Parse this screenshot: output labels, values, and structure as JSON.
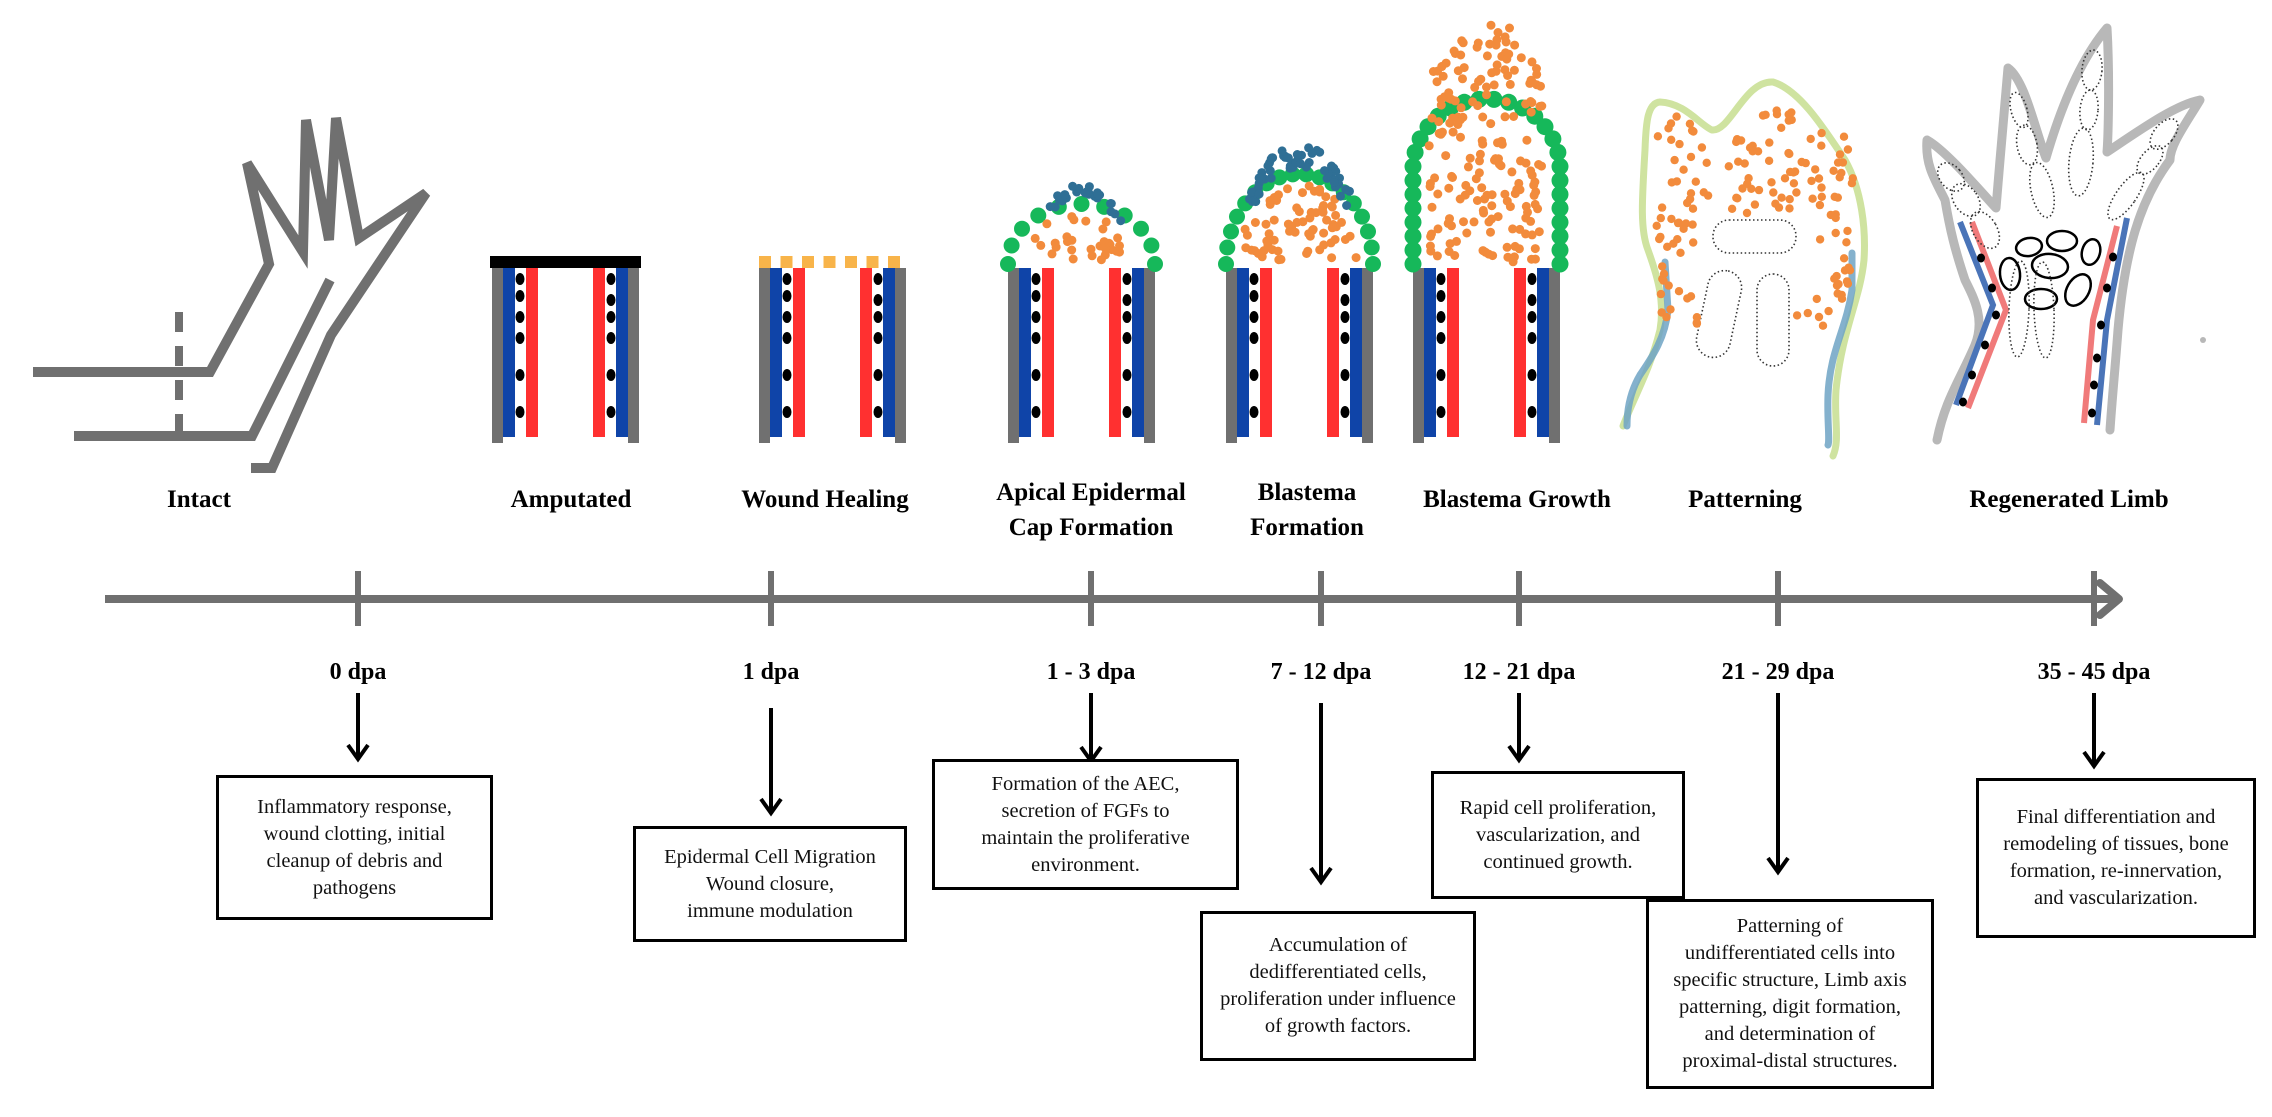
{
  "title": "Axolotl limb regeneration timeline",
  "colors": {
    "skin_gray": "#707070",
    "epidermis_blue": "#0f44a8",
    "vessel_red": "#ff3030",
    "nerve_black": "#000000",
    "wound_orange": "#f8b44a",
    "aec_green": "#16b85a",
    "blastema_orange": "#f28b3c",
    "aec_teal": "#2f6f95",
    "patterning_outline": "#cfe3a0",
    "patterning_blue": "#6fa3c4",
    "regen_outline": "#b8b8b8",
    "regen_blue": "#4a74b8",
    "regen_red": "#f07a7a",
    "timeline_gray": "#707070"
  },
  "stages": [
    {
      "id": "intact",
      "label_lines": [
        "Intact"
      ]
    },
    {
      "id": "amputated",
      "label_lines": [
        "Amputated"
      ]
    },
    {
      "id": "wound-healing",
      "label_lines": [
        "Wound Healing"
      ]
    },
    {
      "id": "aec-formation",
      "label_lines": [
        "Apical Epidermal",
        "Cap Formation"
      ]
    },
    {
      "id": "blastema-formation",
      "label_lines": [
        "Blastema",
        "Formation"
      ]
    },
    {
      "id": "blastema-growth",
      "label_lines": [
        "Blastema Growth"
      ]
    },
    {
      "id": "patterning",
      "label_lines": [
        "Patterning"
      ]
    },
    {
      "id": "regenerated-limb",
      "label_lines": [
        "Regenerated Limb"
      ]
    }
  ],
  "timeline": [
    {
      "dpa": "0 dpa",
      "description": [
        "Inflammatory response,",
        "wound clotting, initial",
        "cleanup of debris and",
        "pathogens"
      ]
    },
    {
      "dpa": "1 dpa",
      "description": [
        "Epidermal Cell Migration",
        "Wound closure,",
        "immune modulation"
      ]
    },
    {
      "dpa": "1 - 3 dpa",
      "description": [
        "Formation of the AEC,",
        "secretion of FGFs to",
        "maintain the proliferative",
        "environment."
      ]
    },
    {
      "dpa": "7 - 12 dpa",
      "description": [
        "Accumulation of",
        "dedifferentiated cells,",
        "proliferation under influence",
        "of growth factors."
      ]
    },
    {
      "dpa": "12 - 21 dpa",
      "description": [
        "Rapid cell proliferation,",
        "vascularization, and",
        "continued growth."
      ]
    },
    {
      "dpa": "21 - 29 dpa",
      "description": [
        "Patterning of",
        "undifferentiated cells into",
        "specific structure, Limb axis",
        "patterning, digit formation,",
        "and determination of",
        "proximal-distal structures."
      ]
    },
    {
      "dpa": "35 - 45 dpa",
      "description": [
        "Final differentiation and",
        "remodeling of tissues, bone",
        "formation, re-innervation,",
        "and vascularization."
      ]
    }
  ]
}
